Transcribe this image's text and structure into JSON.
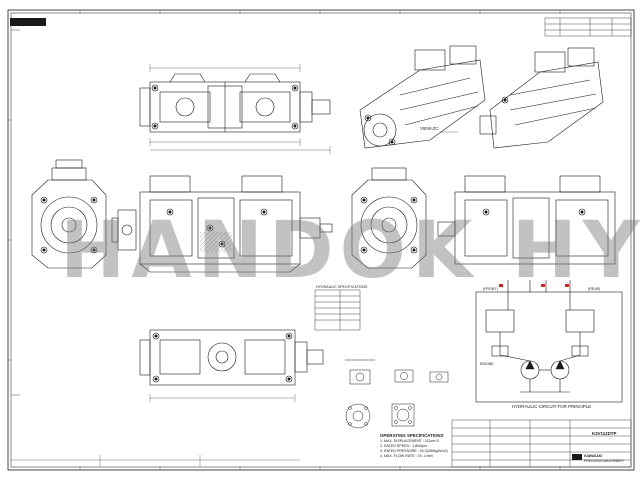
{
  "drawing": {
    "part_number": "K3V112DTP",
    "view_label": "VIEW-ZC",
    "circuit_caption": "HYDRAULIC CIRCUIT FOR PRINCIPLE",
    "circuit_front_label": "(FRONT)",
    "circuit_rear_label": "(REAR)",
    "engine_label": "ENGINE",
    "table_title": "HYDRAULIC SPECIFICATIONS",
    "spec_title": "OPERATING SPECIFICATIONS",
    "spec_lines": [
      "1. MAX. DISPLACEMENT : 112cm^3",
      "2. RATED SPEED : 1,800rpm",
      "3. RATED PRESSURE : 34.3(350kgf/cm2)",
      "4. MAX. FLOW RATE : 2X..L/min"
    ],
    "company_name": "KAWASAKI",
    "company_sub": "PRECISION MACHINERY",
    "watermark": "HANDOK HYD"
  },
  "colors": {
    "line": "#1a1a1a",
    "hatch": "#555555",
    "watermark": "#7a7a7a",
    "circuit_red": "#cc2222",
    "paper": "#ffffff"
  }
}
